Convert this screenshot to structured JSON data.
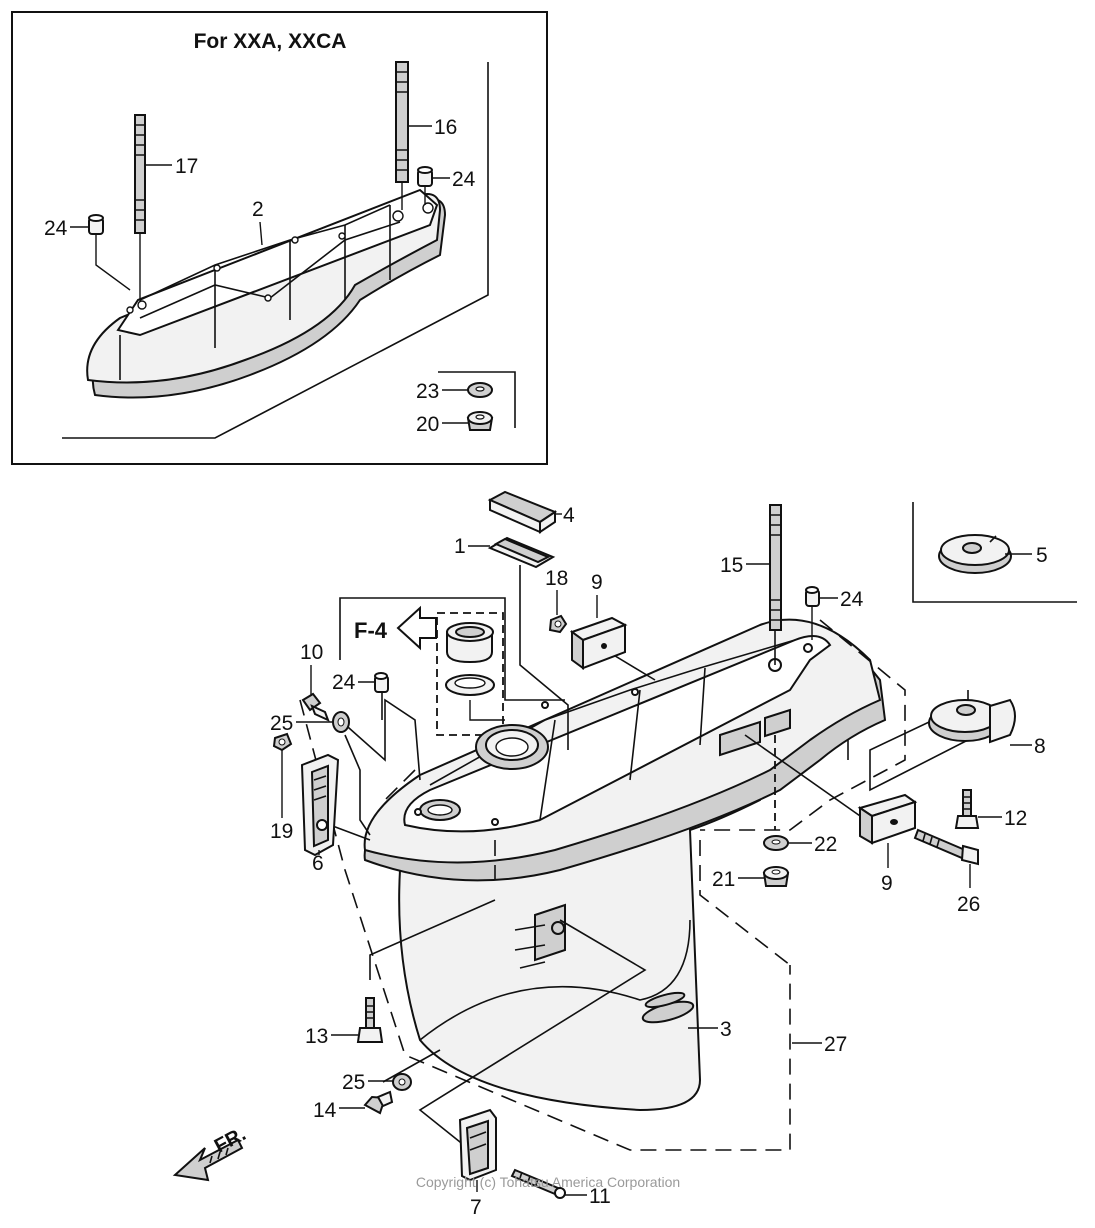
{
  "inset": {
    "title": "For XXA, XXCA"
  },
  "callouts": {
    "c1": "1",
    "c2": "2",
    "c3": "3",
    "c4": "4",
    "c5": "5",
    "c6": "6",
    "c7": "7",
    "c8": "8",
    "c9a": "9",
    "c9b": "9",
    "c10": "10",
    "c11": "11",
    "c12": "12",
    "c13": "13",
    "c14": "14",
    "c15": "15",
    "c16": "16",
    "c17": "17",
    "c18": "18",
    "c19": "19",
    "c20": "20",
    "c21": "21",
    "c22": "22",
    "c23": "23",
    "c24a": "24",
    "c24b": "24",
    "c24c": "24",
    "c24d": "24",
    "c25a": "25",
    "c25b": "25",
    "c26": "26",
    "c27": "27"
  },
  "reference_box": {
    "label": "F-4"
  },
  "direction": {
    "label": "FR."
  },
  "watermark": {
    "text": "Copyright (c) Tohatsu America Corporation"
  }
}
